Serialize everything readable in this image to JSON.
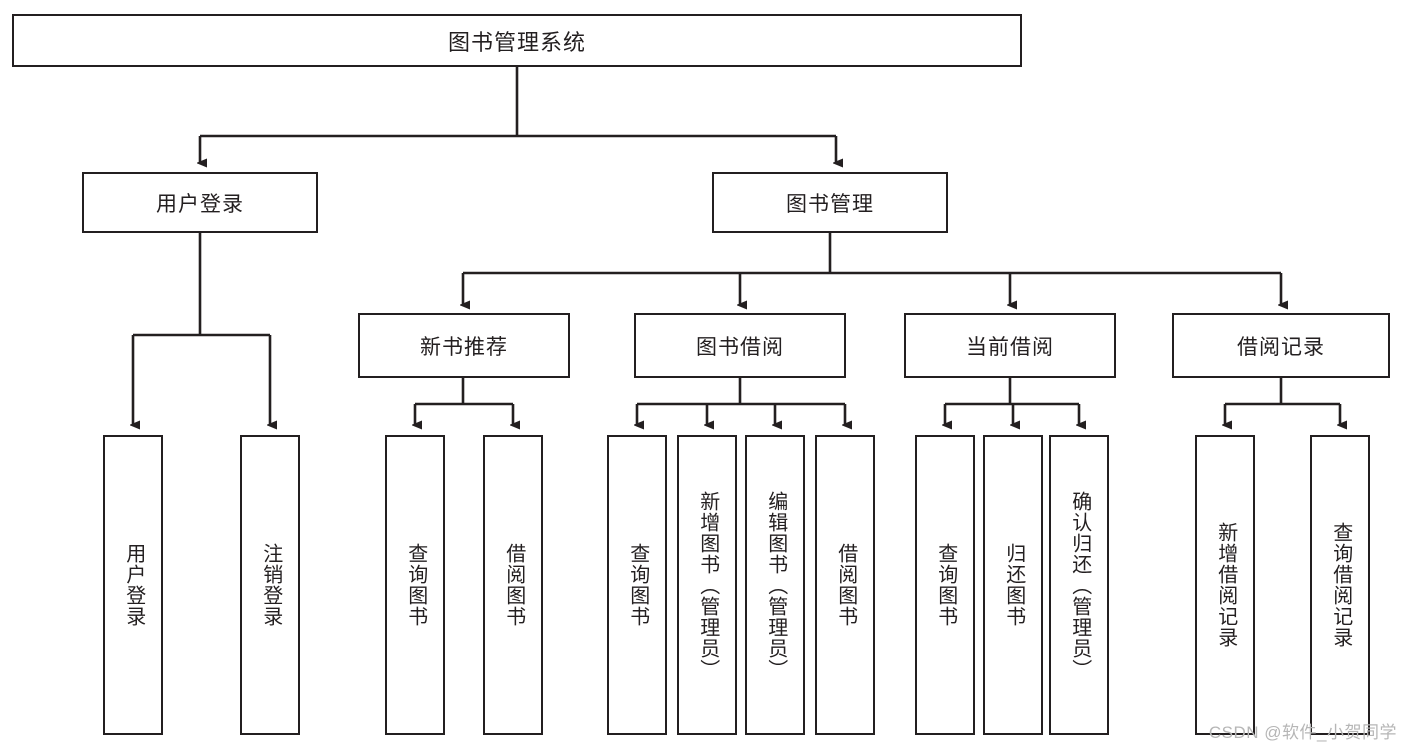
{
  "diagram": {
    "title": "图书管理系统",
    "type": "hierarchy-tree",
    "level2": [
      {
        "label": "用户登录"
      },
      {
        "label": "图书管理"
      }
    ],
    "level3": [
      {
        "label": "新书推荐"
      },
      {
        "label": "图书借阅"
      },
      {
        "label": "当前借阅"
      },
      {
        "label": "借阅记录"
      }
    ],
    "leaves": {
      "user_login": [
        {
          "label": "用户登录"
        },
        {
          "label": "注销登录"
        }
      ],
      "new_book": [
        {
          "label": "查询图书"
        },
        {
          "label": "借阅图书"
        }
      ],
      "book_borrow": [
        {
          "label": "查询图书"
        },
        {
          "label": "新增图书（管理员）"
        },
        {
          "label": "编辑图书（管理员）"
        },
        {
          "label": "借阅图书"
        }
      ],
      "current_borrow": [
        {
          "label": "查询图书"
        },
        {
          "label": "归还图书"
        },
        {
          "label": "确认归还（管理员）"
        }
      ],
      "borrow_record": [
        {
          "label": "新增借阅记录"
        },
        {
          "label": "查询借阅记录"
        }
      ]
    }
  },
  "watermark": {
    "text": "CSDN @软件_小贺同学"
  },
  "colors": {
    "stroke": "#231f20",
    "fill": "#ffffff",
    "watermark": "#b6b6b6"
  }
}
